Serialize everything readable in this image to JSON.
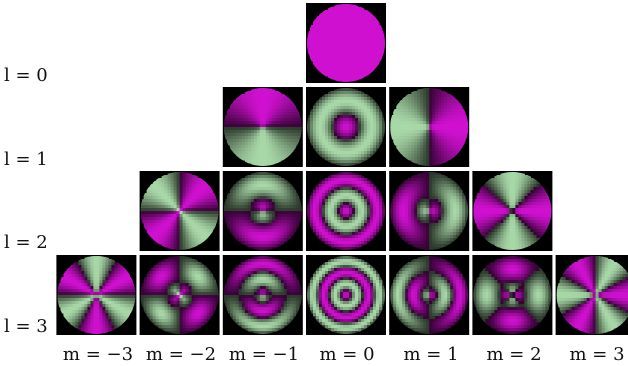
{
  "figure": {
    "colors": {
      "background": "#ffffff",
      "tile": "#000000",
      "positive": "#d010d0",
      "negative": "#a8d8a8",
      "node": "#000000"
    },
    "row_labels": [
      {
        "l": 0,
        "text": "l = 0"
      },
      {
        "l": 1,
        "text": "l = 1"
      },
      {
        "l": 2,
        "text": "l = 2"
      },
      {
        "l": 3,
        "text": "l = 3"
      }
    ],
    "column_labels": [
      {
        "m": -3,
        "text": "m = −3"
      },
      {
        "m": -2,
        "text": "m = −2"
      },
      {
        "m": -1,
        "text": "m = −1"
      },
      {
        "m": 0,
        "text": "m = 0"
      },
      {
        "m": 1,
        "text": "m = 1"
      },
      {
        "m": 2,
        "text": "m = 2"
      },
      {
        "m": 3,
        "text": "m = 3"
      }
    ],
    "modes": [
      {
        "l": 0,
        "m": 0
      },
      {
        "l": 1,
        "m": -1
      },
      {
        "l": 1,
        "m": 0
      },
      {
        "l": 1,
        "m": 1
      },
      {
        "l": 2,
        "m": -2
      },
      {
        "l": 2,
        "m": -1
      },
      {
        "l": 2,
        "m": 0
      },
      {
        "l": 2,
        "m": 1
      },
      {
        "l": 2,
        "m": 2
      },
      {
        "l": 3,
        "m": -3
      },
      {
        "l": 3,
        "m": -2
      },
      {
        "l": 3,
        "m": -1
      },
      {
        "l": 3,
        "m": 0
      },
      {
        "l": 3,
        "m": 1
      },
      {
        "l": 3,
        "m": 2
      },
      {
        "l": 3,
        "m": 3
      }
    ]
  }
}
